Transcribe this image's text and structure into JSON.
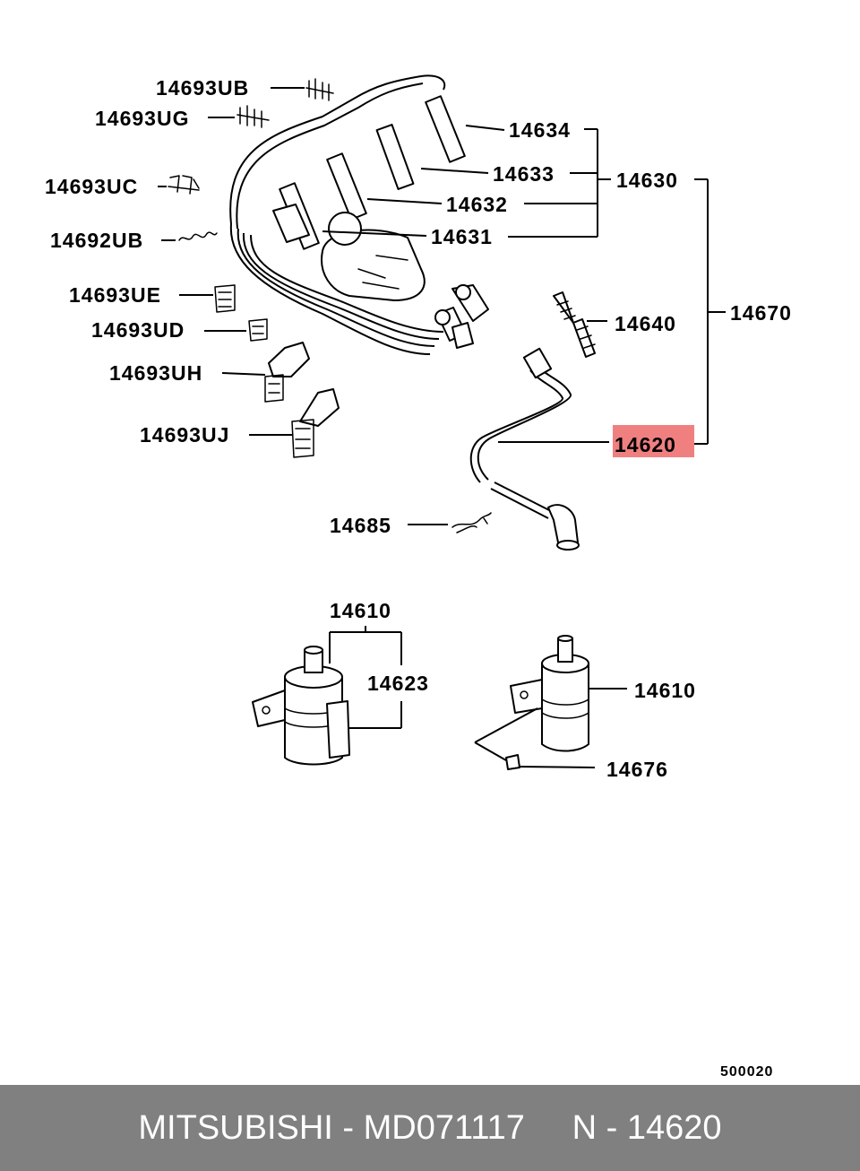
{
  "diagram": {
    "labels": {
      "p14693UB": "14693UB",
      "p14693UG": "14693UG",
      "p14693UC": "14693UC",
      "p14692UB": "14692UB",
      "p14693UE": "14693UE",
      "p14693UD": "14693UD",
      "p14693UH": "14693UH",
      "p14693UJ": "14693UJ",
      "p14634": "14634",
      "p14633": "14633",
      "p14632": "14632",
      "p14631": "14631",
      "p14630": "14630",
      "p14640": "14640",
      "p14670": "14670",
      "p14620": "14620",
      "p14685": "14685",
      "p14610_left": "14610",
      "p14623": "14623",
      "p14610_right": "14610",
      "p14676": "14676"
    },
    "highlighted_part": "14620",
    "highlight_color": "#f08080",
    "diagram_code": "500020"
  },
  "footer": {
    "text": "MITSUBISHI - MD071117     N - 14620",
    "background": "#808080"
  }
}
